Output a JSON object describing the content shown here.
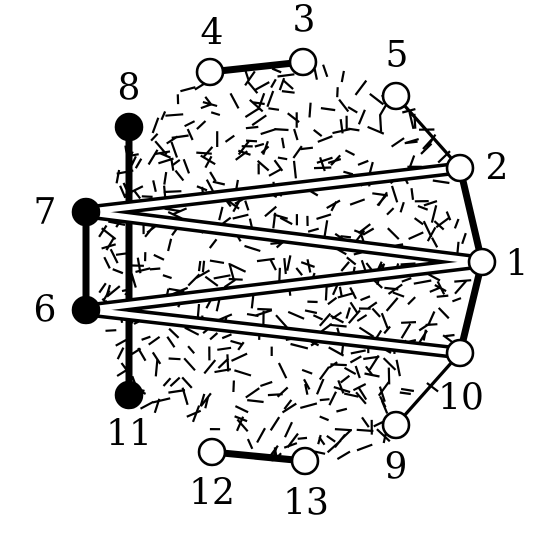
{
  "diagram": {
    "nodes": [
      {
        "id": "1",
        "label": "1",
        "fill": "white"
      },
      {
        "id": "2",
        "label": "2",
        "fill": "white"
      },
      {
        "id": "3",
        "label": "3",
        "fill": "white"
      },
      {
        "id": "4",
        "label": "4",
        "fill": "white"
      },
      {
        "id": "5",
        "label": "5",
        "fill": "white"
      },
      {
        "id": "6",
        "label": "6",
        "fill": "black"
      },
      {
        "id": "7",
        "label": "7",
        "fill": "black"
      },
      {
        "id": "8",
        "label": "8",
        "fill": "black"
      },
      {
        "id": "9",
        "label": "9",
        "fill": "white"
      },
      {
        "id": "10",
        "label": "10",
        "fill": "white"
      },
      {
        "id": "11",
        "label": "11",
        "fill": "black"
      },
      {
        "id": "12",
        "label": "12",
        "fill": "white"
      },
      {
        "id": "13",
        "label": "13",
        "fill": "white"
      }
    ],
    "edges": {
      "solid": [
        [
          "4",
          "3"
        ],
        [
          "12",
          "13"
        ],
        [
          "7",
          "6"
        ],
        [
          "8",
          "11"
        ],
        [
          "2",
          "1"
        ],
        [
          "1",
          "10"
        ]
      ],
      "thin": [
        [
          "5",
          "2"
        ],
        [
          "10",
          "9"
        ]
      ],
      "double": [
        [
          "7",
          "2"
        ],
        [
          "7",
          "1"
        ],
        [
          "6",
          "1"
        ],
        [
          "6",
          "10"
        ]
      ]
    },
    "colors": {
      "stroke": "#000000",
      "background": "#ffffff",
      "open_node": "#ffffff",
      "filled_node": "#000000"
    }
  }
}
